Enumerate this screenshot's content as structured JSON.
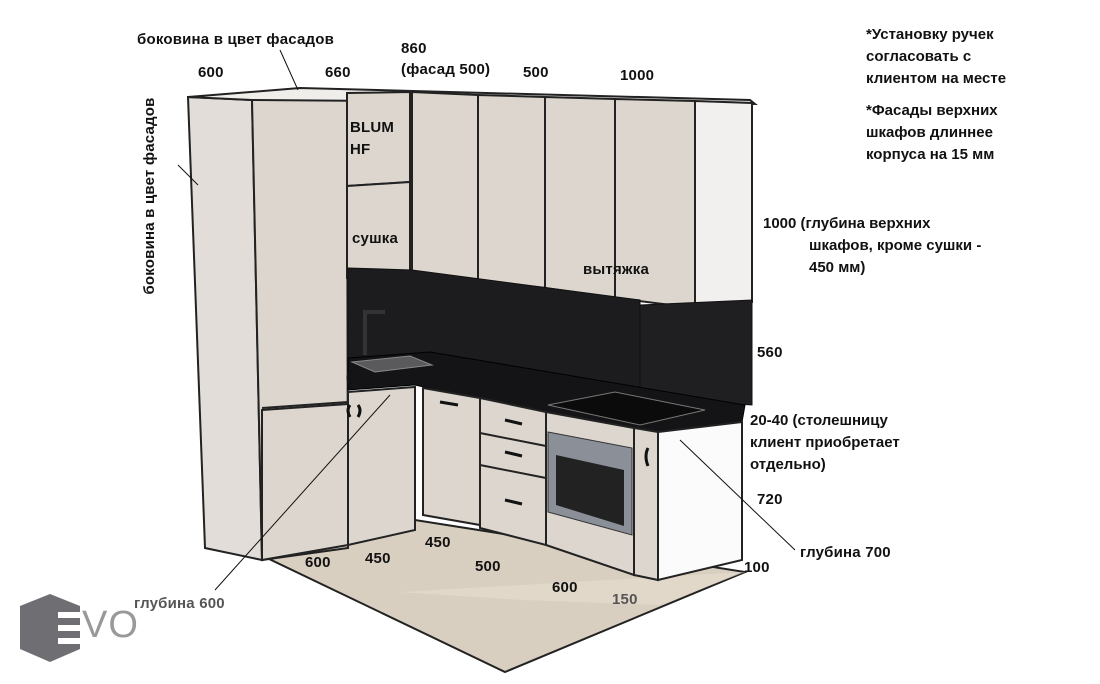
{
  "labels": {
    "side_panel_top": "боковина в цвет фасадов",
    "side_panel_left": "боковина в цвет фасадов",
    "dim_600_top": "600",
    "dim_660_top": "660",
    "dim_860": "860",
    "dim_860_note": "(фасад 500)",
    "dim_500_top": "500",
    "dim_1000_top": "1000",
    "blum_line1": "BLUM",
    "blum_line2": "HF",
    "dryer": "сушка",
    "hood": "вытяжка",
    "upper_depth_line1": "1000  (глубина верхних",
    "upper_depth_line2": "шкафов, кроме сушки -",
    "upper_depth_line3": "450 мм)",
    "dim_560": "560",
    "countertop_line1": "20-40 (столешницу",
    "countertop_line2": "клиент приобретает",
    "countertop_line3": "отдельно)",
    "dim_720": "720",
    "depth_700": "глубина 700",
    "dim_100": "100",
    "depth_600": "глубина 600",
    "floor_600_a": "600",
    "floor_450_a": "450",
    "floor_450_b": "450",
    "floor_500": "500",
    "floor_600_b": "600",
    "floor_150": "150"
  },
  "notes": {
    "handles_line1": "*Установку ручек",
    "handles_line2": "согласовать с",
    "handles_line3": "клиентом на месте",
    "facades_line1": "*Фасады верхних",
    "facades_line2": "шкафов длиннее",
    "facades_line3": "корпуса на 15 мм"
  },
  "logo": {
    "text": "VO"
  },
  "colors": {
    "facade": "#dcd6cf",
    "backsplash": "#1c1c1e",
    "floor": "#d8cdbd",
    "logo": "#6f6f73"
  }
}
